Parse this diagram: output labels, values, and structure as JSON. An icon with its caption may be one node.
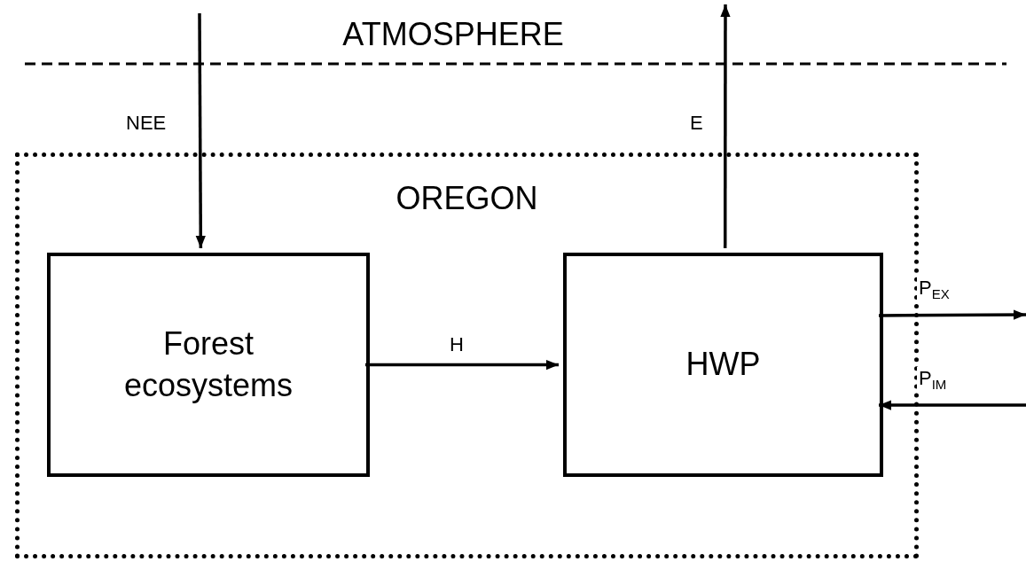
{
  "diagram": {
    "nodes": [
      {
        "text": [
          "OREGON"
        ]
      },
      {
        "text": [
          "Forest ecosystems"
        ],
        "in": 0
      },
      {
        "text": [
          "HWP"
        ],
        "in": 0
      }
    ],
    "edges": [
      {
        "from": null,
        "to": 1,
        "arrow": "to",
        "label": "NEE"
      },
      {
        "from": 2,
        "to": null,
        "arrow": "to",
        "label": "E"
      },
      {
        "from": 1,
        "to": 2,
        "arrow": "to",
        "label": "H"
      },
      {
        "from": 2,
        "to": null,
        "arrow": "to",
        "label": "P$_{EX}$"
      },
      {
        "from": null,
        "to": 2,
        "arrow": "to",
        "label": "P$_{IM}$"
      }
    ],
    "labels": [
      "ATMOSPHERE"
    ]
  }
}
